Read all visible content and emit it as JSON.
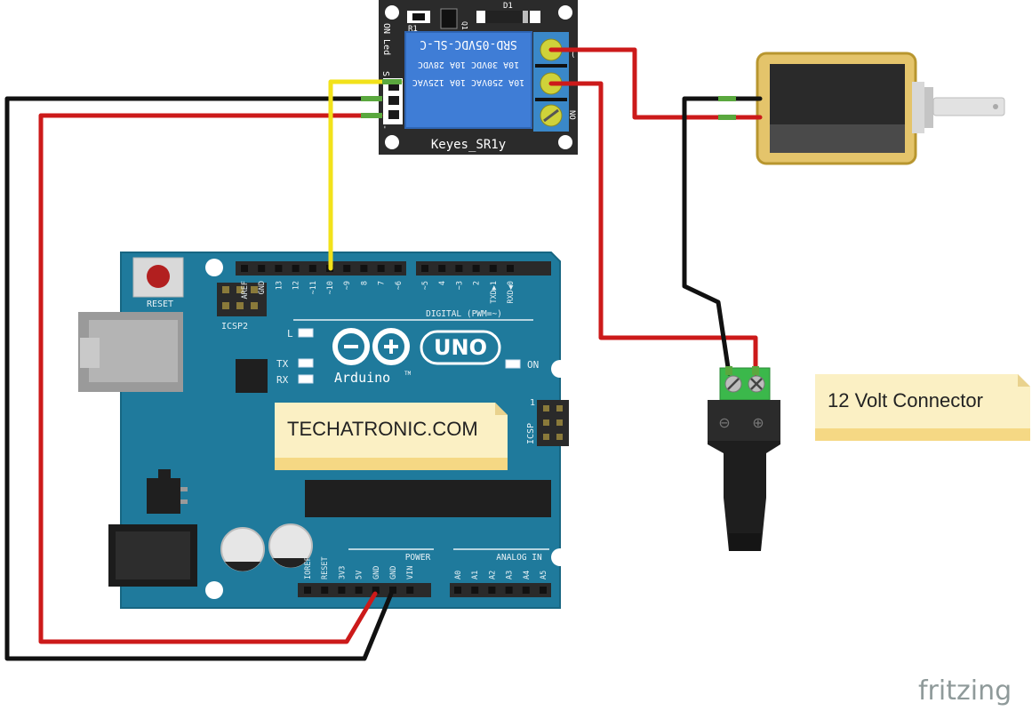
{
  "relay": {
    "brand": "Keyes_SR1y",
    "model": "SRD-05VDC-SL-C",
    "rating_1": "10A 250VAC 10A 125VAC",
    "rating_2": "10A 30VDC 10A 28VDC",
    "led_label": "ON Led",
    "r1": "R1",
    "q1": "Q1",
    "d1": "D1",
    "s_label": "S",
    "dash_label": "-",
    "no_label": "NO",
    "com_label": "(",
    "colors": {
      "board": "#2b2b2b",
      "relay_body": "#3f7dd6",
      "terminal": "#cfd23a"
    }
  },
  "arduino": {
    "logo_text": "Arduino",
    "uno_text": "UNO",
    "tm": "TM",
    "reset_label": "RESET",
    "icsp2_label": "ICSP2",
    "icsp_label": "ICSP",
    "icsp_one": "1",
    "digital_label": "DIGITAL (PWM=~)",
    "analog_label": "ANALOG IN",
    "power_label": "POWER",
    "l_label": "L",
    "tx_label": "TX",
    "rx_label": "RX",
    "on_label": "ON",
    "digital_pins": [
      "AREF",
      "GND",
      "13",
      "12",
      "~11",
      "~10",
      "~9",
      "8",
      "7",
      "~6",
      "~5",
      "4",
      "~3",
      "2",
      "TXD▶1",
      "RXD◀0"
    ],
    "power_pins": [
      "IOREF",
      "RESET",
      "3V3",
      "5V",
      "GND",
      "GND",
      "VIN"
    ],
    "analog_pins": [
      "A0",
      "A1",
      "A2",
      "A3",
      "A4",
      "A5"
    ],
    "colors": {
      "board": "#1f7a9c",
      "header": "#2a2a2a",
      "text": "#e8f2f6"
    }
  },
  "dc_jack": {
    "minus": "⊖",
    "plus": "⊕"
  },
  "notes": {
    "website": "TECHATRONIC.COM",
    "connector": "12 Volt Connector"
  },
  "wires": {
    "red": "#cc1a1a",
    "black": "#111111",
    "yellow": "#f2e21a"
  },
  "watermark": "fritzing"
}
